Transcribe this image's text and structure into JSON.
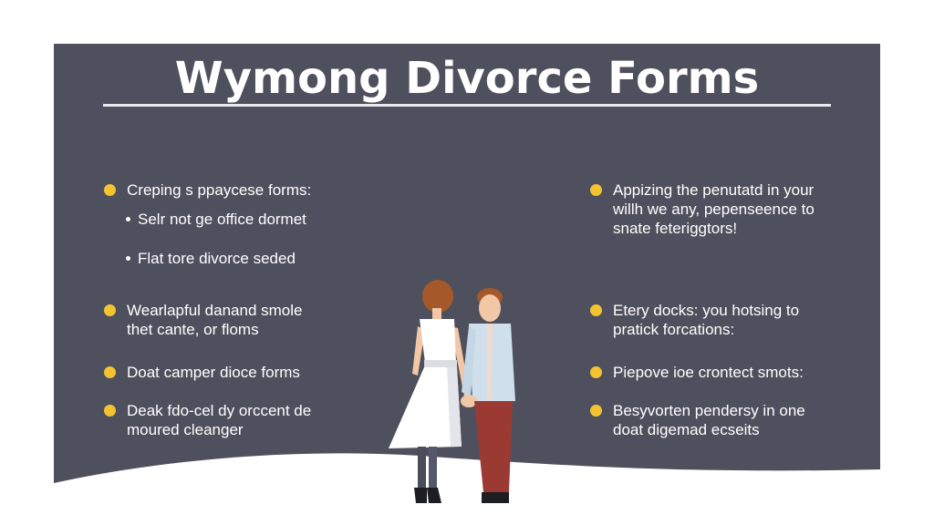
{
  "title": "Wymong Divorce Forms",
  "colors": {
    "panel": "#4f505d",
    "accent_dot": "#f4c430",
    "text": "#ffffff",
    "background": "#ffffff"
  },
  "left_column": {
    "items": [
      {
        "text": "Creping s ppaycese forms:",
        "sub_items": [
          "Selr not ge office dormet",
          "Flat tore divorce seded"
        ]
      },
      {
        "lines": [
          "Wearlapful danand smole",
          "thet cante, or floms"
        ]
      },
      {
        "text": "Doat camper dioce forms"
      },
      {
        "lines": [
          "Deak fdo-cel dy orccent de",
          "moured cleanger"
        ]
      }
    ]
  },
  "right_column": {
    "items": [
      {
        "lines": [
          "Appizing the penutatd in your",
          "willh we any, pepenseence to",
          "snate feteriggtors!"
        ]
      },
      {
        "lines": [
          "Etery docks: you hotsing to",
          "pratick forcations:"
        ]
      },
      {
        "text": "Piepove ioe crontect smots:"
      },
      {
        "lines": [
          "Besyvorten pendersy in one",
          "doat digemad ecseits"
        ]
      }
    ]
  },
  "illustration": {
    "description": "couple-holding-hands",
    "woman_dress": "#ffffff",
    "man_shirt": "#cfe0ec",
    "man_pants": "#9b3a33",
    "hair": "#a5582a",
    "skin": "#f1c7a6"
  }
}
